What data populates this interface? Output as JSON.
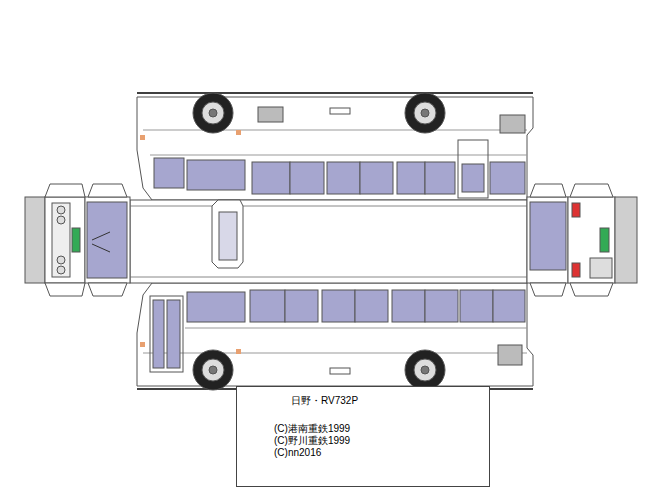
{
  "diagram": {
    "nodes": [
      {
        "text": [
          "日野・RV732P",
          "(C)港南重鉄1999",
          "(C)野川重鉄1999",
          "(C)nn2016"
        ]
      }
    ]
  }
}
